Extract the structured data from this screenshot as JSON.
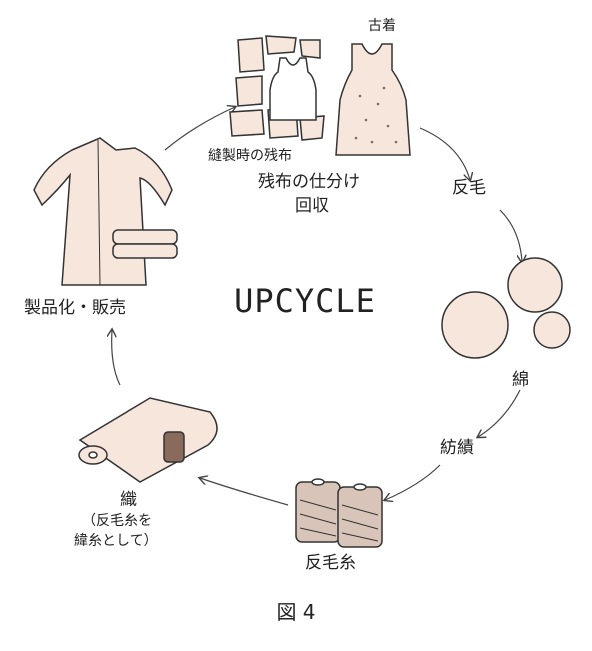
{
  "center_title": "UPCYCLE",
  "caption": "図 4",
  "labels": {
    "old_clothes": "古着",
    "sewing_scraps": "縫製時の残布",
    "sort_collect_1": "残布の仕分け",
    "sort_collect_2": "回収",
    "recycled_wool": "反毛",
    "cotton": "綿",
    "spinning": "紡績",
    "recycled_yarn": "反毛糸",
    "weaving": "織",
    "weaving_note_1": "（反毛糸を",
    "weaving_note_2": "緯糸として）",
    "product_sales": "製品化・販売"
  },
  "colors": {
    "fill": "#f6e6dc",
    "ink": "#333333",
    "arrow": "#444444"
  }
}
